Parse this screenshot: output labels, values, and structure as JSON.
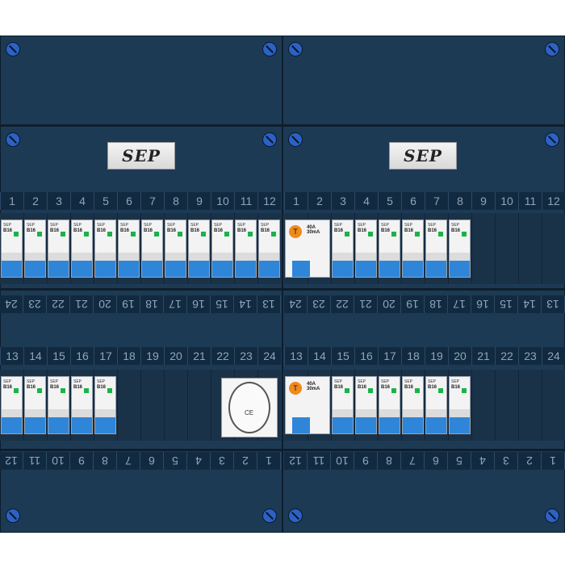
{
  "brand_label": "SEP",
  "colors": {
    "panel": "#1d3a55",
    "breaker_blue": "#2f86d8",
    "led_green": "#19b34a",
    "rcd_orange": "#f08a1a"
  },
  "numbers": {
    "row1": [
      "1",
      "2",
      "3",
      "4",
      "5",
      "6",
      "7",
      "8",
      "9",
      "10",
      "11",
      "12"
    ],
    "row2": [
      "13",
      "14",
      "15",
      "16",
      "17",
      "18",
      "19",
      "20",
      "21",
      "22",
      "23",
      "24"
    ],
    "row1_flip": [
      "24",
      "23",
      "22",
      "21",
      "20",
      "19",
      "18",
      "17",
      "16",
      "15",
      "14",
      "13"
    ],
    "row2_flip": [
      "12",
      "11",
      "10",
      "9",
      "8",
      "7",
      "6",
      "5",
      "4",
      "3",
      "2",
      "1"
    ]
  },
  "breaker": {
    "rating": "B16",
    "series": "SEP"
  },
  "rcd": {
    "symbol": "T",
    "rating": "40A",
    "sensitivity": "30mA"
  },
  "socket": {
    "mark": "CE"
  }
}
